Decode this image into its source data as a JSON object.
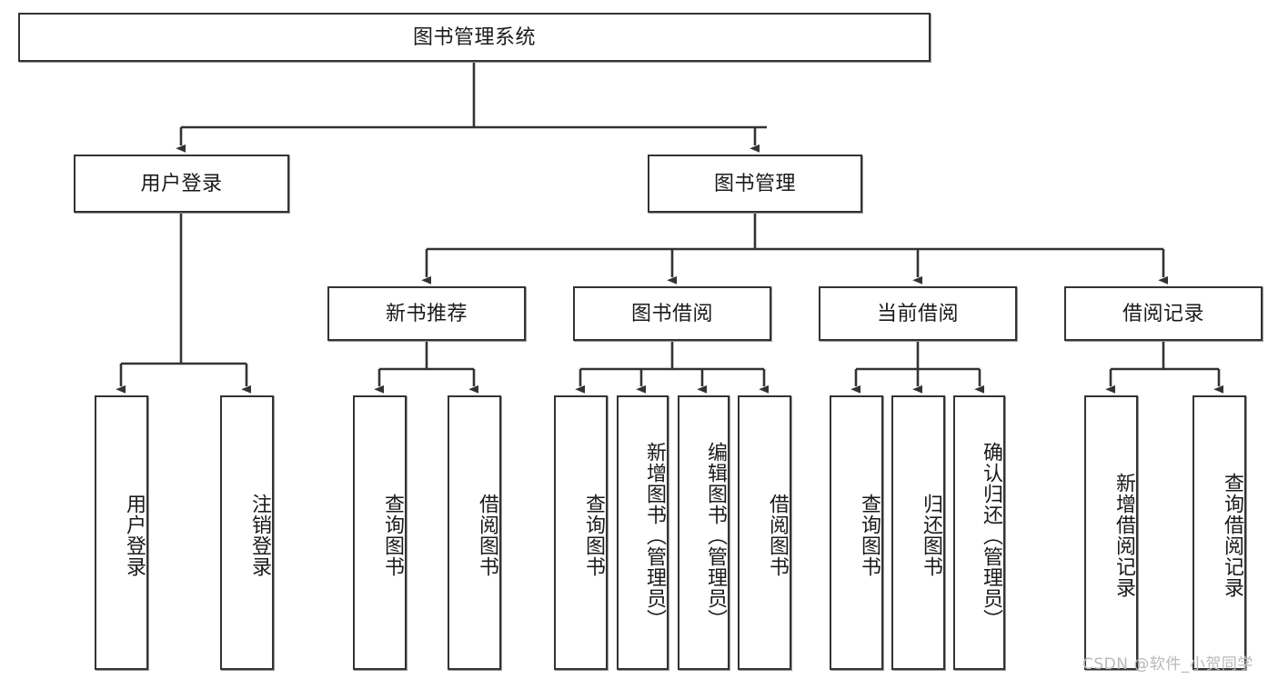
{
  "diagram": {
    "title": "图书管理系统",
    "type": "hierarchy-tree",
    "orientation": "top-down",
    "colors": {
      "background": "#ffffff",
      "box_border": "#333333",
      "box_fill": "#ffffff",
      "connector": "#333333",
      "text": "#1a1a1a",
      "watermark": "#b9b9b9"
    }
  },
  "watermark": {
    "text": "CSDN @软件_小贺同学"
  },
  "nodes": {
    "root": {
      "label": "图书管理系统",
      "level": 1
    },
    "level2": [
      {
        "id": "user-login",
        "label": "用户登录"
      },
      {
        "id": "book-manage",
        "label": "图书管理"
      }
    ],
    "level3": [
      {
        "id": "new-book-rec",
        "label": "新书推荐"
      },
      {
        "id": "book-borrow",
        "label": "图书借阅"
      },
      {
        "id": "current-borrow",
        "label": "当前借阅"
      },
      {
        "id": "borrow-record",
        "label": "借阅记录"
      }
    ],
    "leaves": {
      "user_login": [
        {
          "id": "leaf-user-login",
          "label": "用户登录"
        },
        {
          "id": "leaf-logout-login",
          "label": "注销登录"
        }
      ],
      "new_book_rec": [
        {
          "id": "leaf-query-book-1",
          "label": "查询图书"
        },
        {
          "id": "leaf-borrow-book-1",
          "label": "借阅图书"
        }
      ],
      "book_borrow": [
        {
          "id": "leaf-query-book-2",
          "label": "查询图书"
        },
        {
          "id": "leaf-add-book",
          "label": "新增图书（管理员）"
        },
        {
          "id": "leaf-edit-book",
          "label": "编辑图书（管理员）"
        },
        {
          "id": "leaf-borrow-book-2",
          "label": "借阅图书"
        }
      ],
      "current_borrow": [
        {
          "id": "leaf-query-book-3",
          "label": "查询图书"
        },
        {
          "id": "leaf-return-book",
          "label": "归还图书"
        },
        {
          "id": "leaf-confirm-return",
          "label": "确认归还（管理员）"
        }
      ],
      "borrow_record": [
        {
          "id": "leaf-add-record",
          "label": "新增借阅记录"
        },
        {
          "id": "leaf-query-record",
          "label": "查询借阅记录"
        }
      ]
    }
  }
}
